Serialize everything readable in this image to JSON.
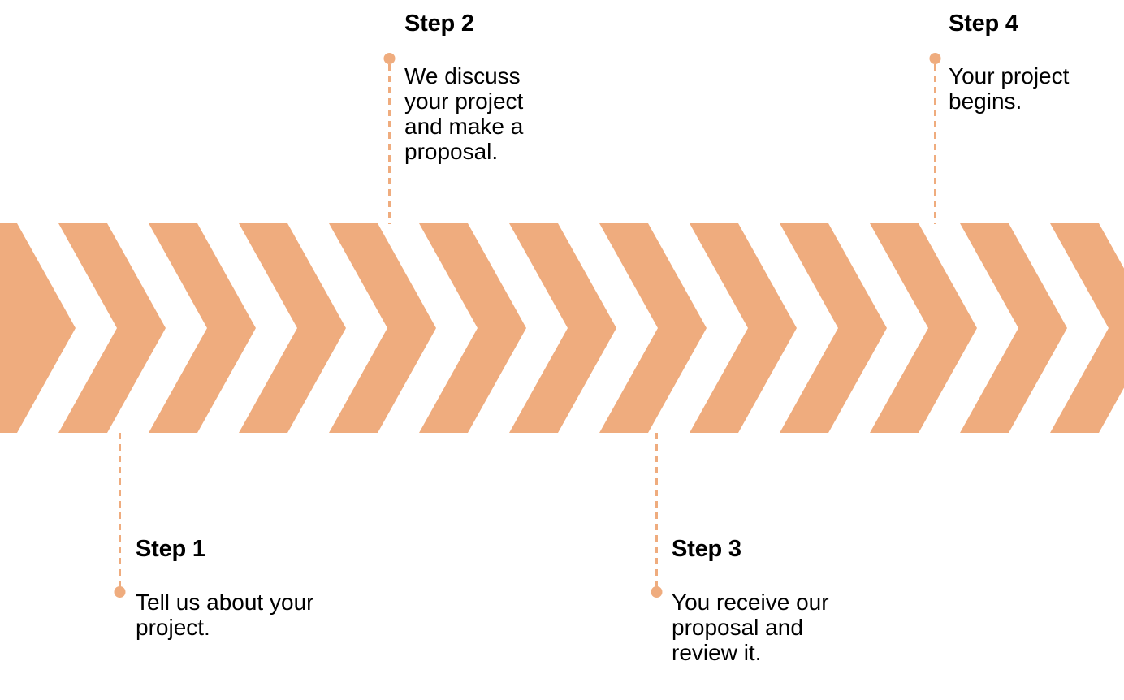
{
  "diagram": {
    "title": "Four step process chevron timeline",
    "colors": {
      "chevron_fill": "#EFAC7E",
      "connector_line": "#EFAC7E",
      "connector_dot": "#EFAC7E",
      "text": "#000000",
      "background": "#FFFFFF"
    },
    "band": {
      "chevron_count": 12,
      "direction": "right"
    },
    "steps": [
      {
        "id": "step-1",
        "title": "Step 1",
        "description": "Tell us about your project.",
        "position": "below"
      },
      {
        "id": "step-2",
        "title": "Step 2",
        "description": "We discuss your project and make a proposal.",
        "position": "above"
      },
      {
        "id": "step-3",
        "title": "Step 3",
        "description": "You receive our proposal and review it.",
        "position": "below"
      },
      {
        "id": "step-4",
        "title": "Step 4",
        "description": "Your project begins.",
        "position": "above"
      }
    ]
  }
}
